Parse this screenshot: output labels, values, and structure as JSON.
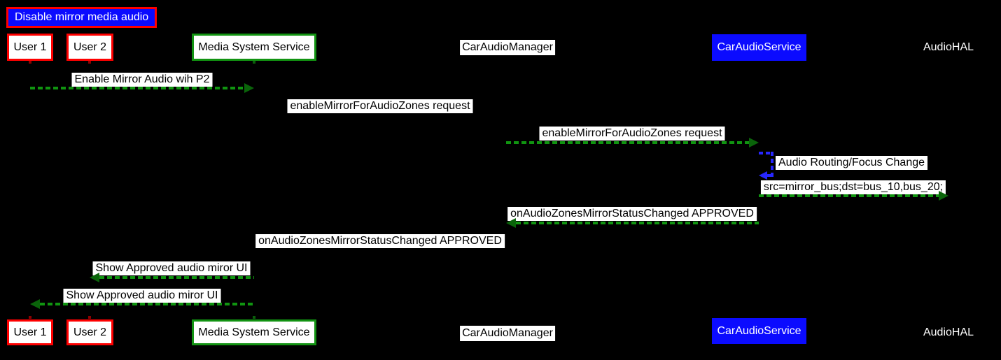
{
  "diagram": {
    "title": "Disable mirror media audio",
    "participants": [
      {
        "id": "user1",
        "label": "User 1",
        "style": "red-box"
      },
      {
        "id": "user2",
        "label": "User 2",
        "style": "red-box"
      },
      {
        "id": "media_system_service",
        "label": "Media System Service",
        "style": "green-box"
      },
      {
        "id": "car_audio_manager",
        "label": "CarAudioManager",
        "style": "white-label"
      },
      {
        "id": "car_audio_service",
        "label": "CarAudioService",
        "style": "blue-box"
      },
      {
        "id": "audio_hal",
        "label": "AudioHAL",
        "style": "plain"
      }
    ],
    "messages": [
      {
        "label": "Enable Mirror Audio wih P2",
        "from": "user1",
        "to": "media_system_service",
        "arrow": "green-dashed",
        "direction": "right"
      },
      {
        "label": "enableMirrorForAudioZones request",
        "from": "media_system_service",
        "to": "car_audio_manager",
        "arrow": "hidden",
        "direction": "right"
      },
      {
        "label": "enableMirrorForAudioZones request",
        "from": "car_audio_manager",
        "to": "car_audio_service",
        "arrow": "green-dashed",
        "direction": "right"
      },
      {
        "label": "Audio Routing/Focus Change",
        "from": "car_audio_service",
        "to": "car_audio_service",
        "arrow": "blue-dashed",
        "direction": "self"
      },
      {
        "label": "src=mirror_bus;dst=bus_10,bus_20;",
        "from": "car_audio_service",
        "to": "audio_hal",
        "arrow": "green-dashed",
        "direction": "right"
      },
      {
        "label": "onAudioZonesMirrorStatusChanged APPROVED",
        "from": "car_audio_service",
        "to": "car_audio_manager",
        "arrow": "green-dashed",
        "direction": "left"
      },
      {
        "label": "onAudioZonesMirrorStatusChanged APPROVED",
        "from": "car_audio_manager",
        "to": "media_system_service",
        "arrow": "hidden",
        "direction": "left"
      },
      {
        "label": "Show Approved audio miror UI",
        "from": "media_system_service",
        "to": "user2",
        "arrow": "green-dashed",
        "direction": "left"
      },
      {
        "label": "Show Approved audio miror UI",
        "from": "media_system_service",
        "to": "user1",
        "arrow": "green-dashed",
        "direction": "left"
      }
    ]
  },
  "colors": {
    "background": "#000000",
    "arrow_green": "#109410",
    "arrow_head_green": "#0a640a",
    "loop_blue": "#2727ff",
    "box_blue": "#0b0bff",
    "red_border": "#ff0000",
    "green_border": "#129312",
    "label_bg": "#ffffff",
    "label_text": "#000000",
    "light_text": "#ffffff"
  }
}
